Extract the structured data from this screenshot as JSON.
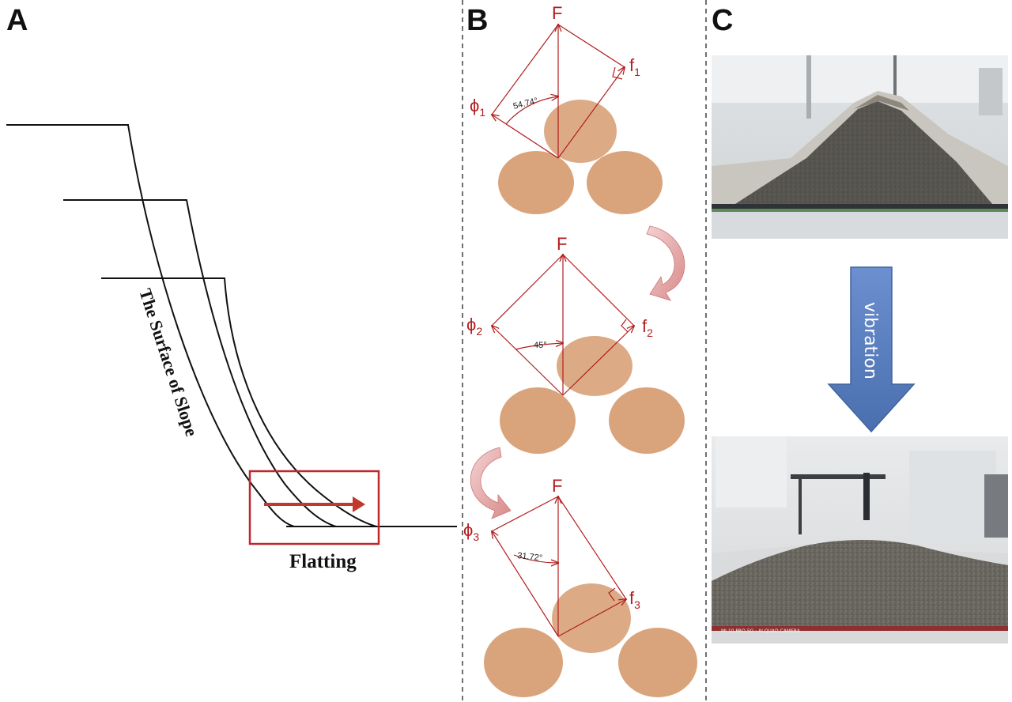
{
  "panels": {
    "a": {
      "label": "A"
    },
    "b": {
      "label": "B"
    },
    "c": {
      "label": "C"
    }
  },
  "panel_a": {
    "slope_label": "The Surface of Slope",
    "flatting_label": "Flatting"
  },
  "panel_b": {
    "diagrams": [
      {
        "force": "F",
        "phi": "ϕ",
        "phi_sub": "1",
        "f": "f",
        "f_sub": "1",
        "angle": "54.74°"
      },
      {
        "force": "F",
        "phi": "ϕ",
        "phi_sub": "2",
        "f": "f",
        "f_sub": "2",
        "angle": "45°"
      },
      {
        "force": "F",
        "phi": "ϕ",
        "phi_sub": "3",
        "f": "f",
        "f_sub": "3",
        "angle": "31.72°"
      }
    ]
  },
  "panel_c": {
    "arrow_label": "vibration",
    "camera_watermark": "MI 10 PRO 5G · AI QUAD CAMERA"
  },
  "colors": {
    "ink": "#111111",
    "force_red": "#b21e1e",
    "highlight_box": "#c0272d",
    "particle": "#d9a47c",
    "vibration_arrow": "#5a7fbf",
    "curved_arrow": "#e6a4a4"
  }
}
